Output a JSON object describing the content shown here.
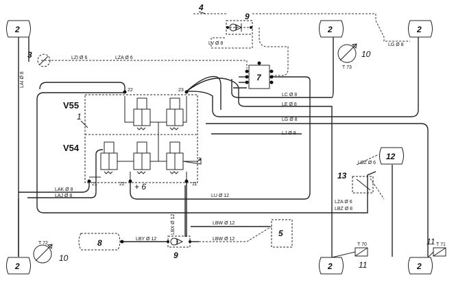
{
  "callouts": {
    "c1": "1",
    "c2": "2",
    "c3": "3",
    "c4": "4",
    "c5": "5",
    "c6": "+ 6",
    "c7": "7",
    "c8": "8",
    "c9": "9",
    "c10": "10",
    "c11": "11",
    "c12": "12",
    "c13": "13"
  },
  "valves": {
    "v55": "V55",
    "v54": "V54"
  },
  "ports": {
    "p22a": "22",
    "p23": "23",
    "p21": "21",
    "p22b": "22",
    "p11": "11",
    "p3": "3"
  },
  "sensors": {
    "t72": "T 72",
    "t73": "T 73",
    "t70": "T 70",
    "t71": "T 71"
  },
  "pipes": {
    "lai": "LAI Ø 8",
    "lzi": "LZI Ø 6",
    "lza_top": "LZA Ø 6",
    "lv": "LV Ø 8",
    "lg_right": "LG Ø 8",
    "lc": "LC Ø 8",
    "le": "LE Ø 8",
    "lg": "LG Ø 8",
    "lj": "LJ Ø 8",
    "lak": "LAK Ø 8",
    "laj": "LAJ Ø 8",
    "lu": "LU Ø 12",
    "lbz_top": "LBZ Ø 6",
    "lza_bottom": "LZA Ø 6",
    "lbz_bottom": "LBZ Ø 8",
    "lbx": "LBX Ø 12",
    "lbw_1": "LBW Ø 12",
    "lbw_2": "LBW Ø 12",
    "lby": "LBY Ø 12"
  }
}
